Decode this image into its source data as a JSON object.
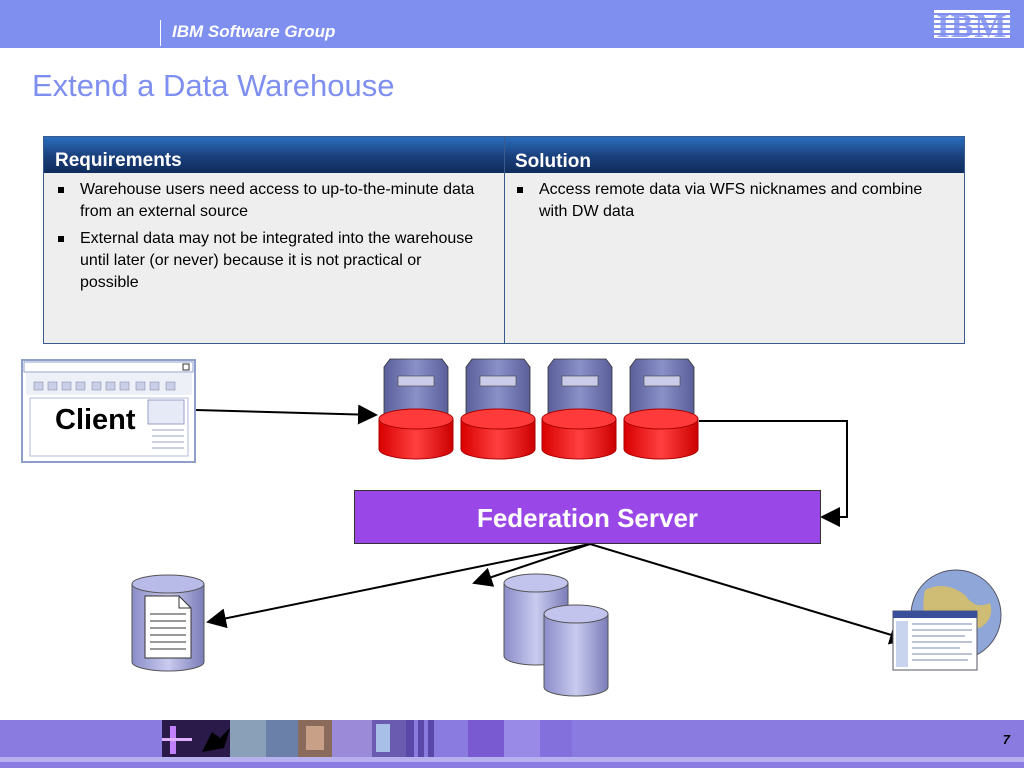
{
  "header": {
    "group": "IBM Software Group",
    "logo_text": "IBM"
  },
  "slide": {
    "title": "Extend a Data Warehouse",
    "page_number": "7"
  },
  "table": {
    "requirements_heading": "Requirements",
    "solution_heading": "Solution",
    "requirements": [
      "Warehouse users need access to up-to-the-minute data from an external source",
      "External data may not be integrated into the warehouse until later (or never) because it is not practical or possible"
    ],
    "solution": [
      "Access remote data via WFS nicknames and combine with DW data"
    ]
  },
  "diagram": {
    "client_label": "Client",
    "federation_label": "Federation Server"
  },
  "colors": {
    "header_bar": "#7f8ff0",
    "federation_box": "#9a47e8",
    "database_red": "#ff2a2a"
  }
}
